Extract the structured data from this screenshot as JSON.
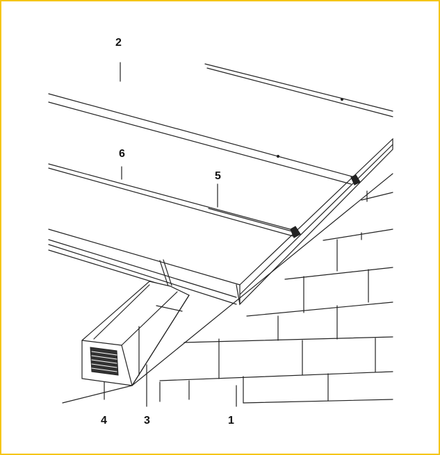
{
  "frame": {
    "border_color": "#f5c518"
  },
  "diagram": {
    "labels": [
      {
        "id": "label-2",
        "text": "2"
      },
      {
        "id": "label-6",
        "text": "6"
      },
      {
        "id": "label-5",
        "text": "5"
      },
      {
        "id": "label-4",
        "text": "4"
      },
      {
        "id": "label-3",
        "text": "3"
      },
      {
        "id": "label-1",
        "text": "1"
      }
    ],
    "line_color": "#222222"
  }
}
